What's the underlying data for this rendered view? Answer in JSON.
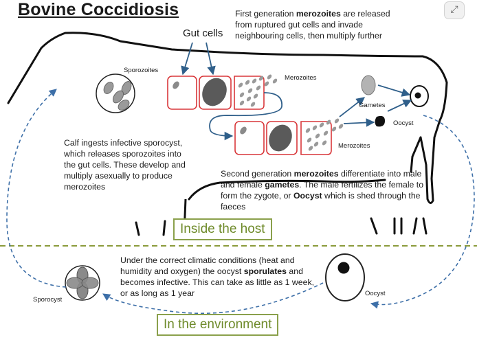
{
  "title": "Bovine Coccidiosis",
  "labels": {
    "gut_cells": "Gut cells",
    "sporozoites": "Sporozoites",
    "merozoites_top": "Merozoites",
    "merozoites_bottom": "Merozoites",
    "gametes": "Gametes",
    "oocyst_host": "Oocyst",
    "oocyst_env": "Oocyst",
    "sporocyst": "Sporocyst"
  },
  "texts": {
    "first_gen": {
      "pre": "First generation ",
      "bold": "merozoites",
      "post": " are released from ruptured gut cells and invade neighbouring cells, then multiply further"
    },
    "calf_ingests": "Calf ingests infective sporocyst, which releases sporozoites into the gut cells. These develop and multiply asexually to produce merozoites",
    "second_gen": {
      "pre": "Second generation ",
      "bold1": "merozoites",
      "mid1": " differentiate into male and female ",
      "bold2": "gametes",
      "mid2": ". The male fertilizes the female to form the zygote, or ",
      "bold3": "Oocyst",
      "post": " which is shed through the faeces"
    },
    "environment": {
      "pre": "Under the correct climatic conditions (heat and humidity and oxygen) the oocyst ",
      "bold": "sporulates",
      "post": " and becomes infective. This can take as little as 1 week, or as long as 1 year"
    }
  },
  "sections": {
    "host": "Inside the host",
    "environment": "In the environment"
  },
  "colors": {
    "cell_border": "#d9373a",
    "arrow": "#2f5f8a",
    "dashed_arrow": "#3d6fa8",
    "divider": "#8a9a3a",
    "section_text": "#6e8a2a",
    "gray_fill": "#9a9a9a"
  },
  "icons": {
    "expand": "expand-icon"
  }
}
